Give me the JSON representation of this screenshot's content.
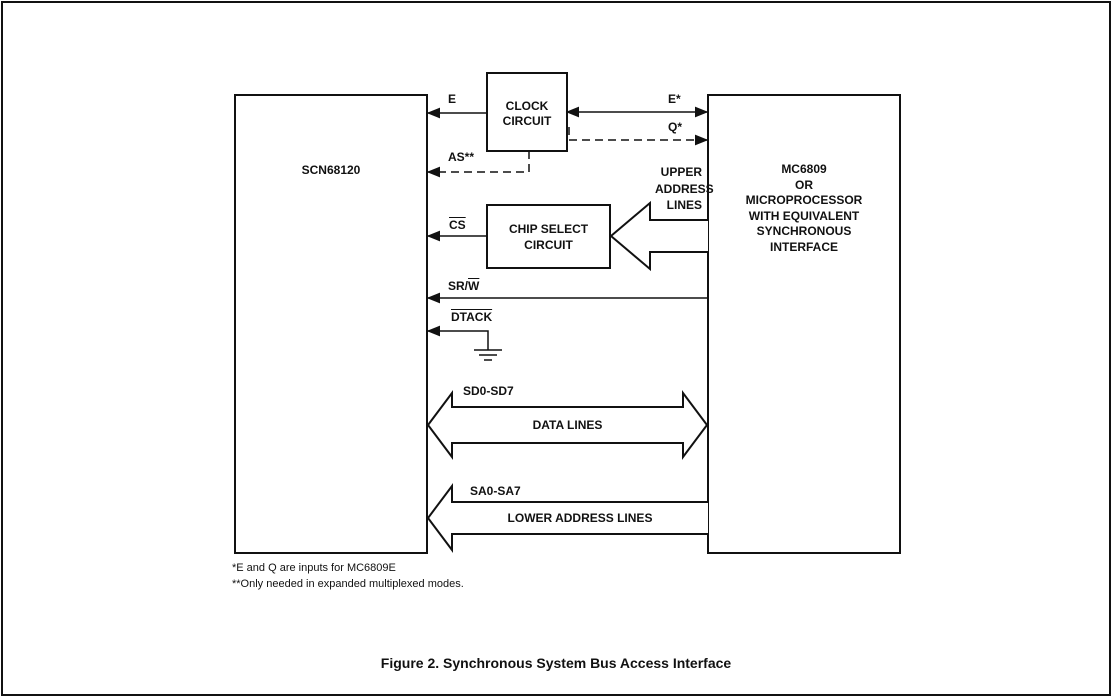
{
  "left_block": {
    "label": "SCN68120"
  },
  "right_block": {
    "lines": [
      "MC6809",
      "OR",
      "MICROPROCESSOR",
      "WITH EQUIVALENT",
      "SYNCHRONOUS",
      "INTERFACE"
    ]
  },
  "clock_circuit": {
    "lines": [
      "CLOCK",
      "CIRCUIT"
    ]
  },
  "chip_select_circuit": {
    "lines": [
      "CHIP SELECT",
      "CIRCUIT"
    ]
  },
  "signals": {
    "e": "E",
    "e_star": "E*",
    "q_star": "Q*",
    "as": "AS**",
    "cs": "CS",
    "upper_address": [
      "UPPER",
      "ADDRESS",
      "LINES"
    ],
    "sr": "SR/",
    "w": "W",
    "dtack": "DTACK",
    "sd": "SD0-SD7",
    "data_lines": "DATA LINES",
    "sa": "SA0-SA7",
    "lower_address_lines": "LOWER ADDRESS LINES"
  },
  "footnotes": [
    "*E and Q are inputs for MC6809E",
    "**Only needed in expanded multiplexed modes."
  ],
  "caption": "Figure 2. Synchronous System Bus Access Interface"
}
